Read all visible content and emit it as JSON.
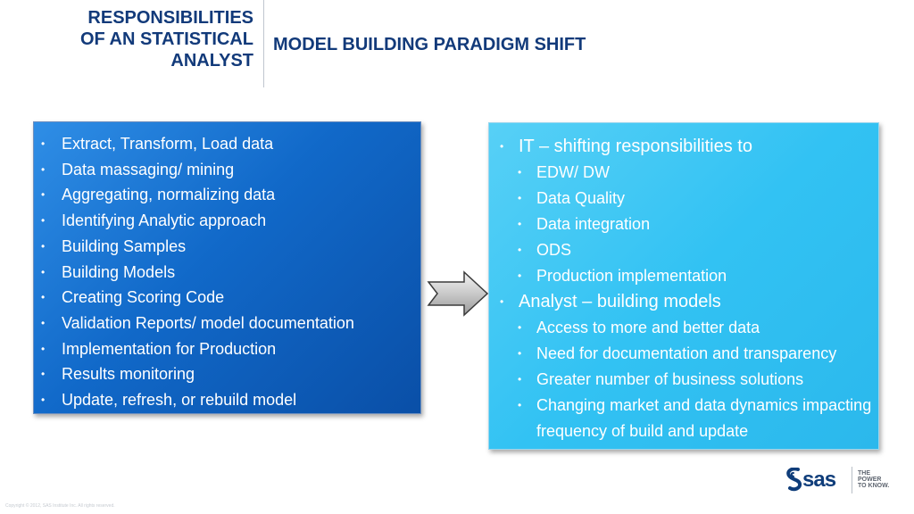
{
  "header": {
    "title": "RESPONSIBILITIES\nOF AN STATISTICAL\nANALYST",
    "subtitle": "MODEL BUILDING PARADIGM SHIFT"
  },
  "left_panel": {
    "items": [
      "Extract, Transform, Load data",
      "Data massaging/ mining",
      "Aggregating, normalizing data",
      "Identifying Analytic approach",
      "Building Samples",
      "Building Models",
      "Creating Scoring Code",
      "Validation Reports/ model documentation",
      "Implementation for Production",
      "Results monitoring",
      "Update, refresh, or rebuild model"
    ]
  },
  "right_panel": {
    "items": [
      {
        "level": 1,
        "text": "IT – shifting responsibilities to"
      },
      {
        "level": 2,
        "text": "EDW/ DW"
      },
      {
        "level": 2,
        "text": "Data Quality"
      },
      {
        "level": 2,
        "text": "Data integration"
      },
      {
        "level": 2,
        "text": "ODS"
      },
      {
        "level": 2,
        "text": "Production implementation"
      },
      {
        "level": 1,
        "text": "Analyst – building models"
      },
      {
        "level": 2,
        "text": "Access to more and better data"
      },
      {
        "level": 2,
        "text": "Need for documentation and transparency"
      },
      {
        "level": 2,
        "text": "Greater number of business solutions"
      },
      {
        "level": 2,
        "text": "Changing market and data dynamics impacting frequency of build and update"
      }
    ]
  },
  "logo": {
    "wordmark": "sas",
    "tagline": "THE\nPOWER\nTO KNOW."
  },
  "footer": {
    "copyright": "Copyright © 2012, SAS Institute Inc. All rights reserved."
  },
  "icons": {
    "bullet": "bullet-icon",
    "arrow": "right-arrow-icon",
    "logo": "sas-logo-icon"
  },
  "colors": {
    "title": "#123a7a",
    "left_panel": "#1169c9",
    "right_panel": "#32c2f3",
    "text_on_panel": "#ffffff"
  }
}
